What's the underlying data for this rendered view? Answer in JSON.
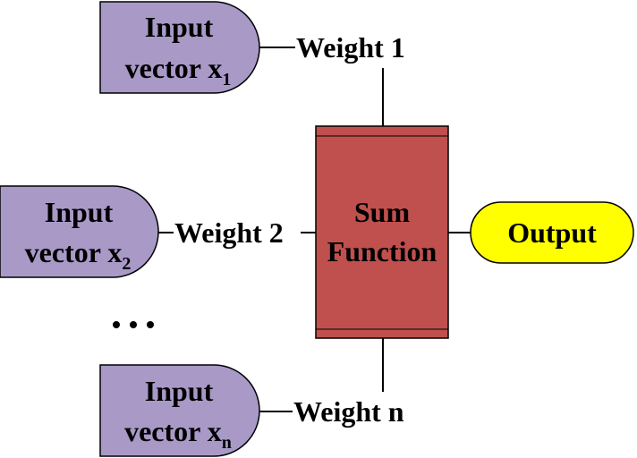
{
  "inputs": [
    {
      "line1": "Input",
      "line2_text": "vector x",
      "subscript": "1",
      "weight": "Weight 1"
    },
    {
      "line1": "Input",
      "line2_text": "vector x",
      "subscript": "2",
      "weight": "Weight 2"
    },
    {
      "line1": "Input",
      "line2_text": "vector x",
      "subscript": "n",
      "weight": "Weight n"
    }
  ],
  "sum_function": {
    "line1": "Sum",
    "line2": "Function"
  },
  "output": {
    "label": "Output"
  },
  "colors": {
    "input_fill": "#a999c7",
    "sum_fill": "#c0504d",
    "output_fill": "#ffff00"
  }
}
